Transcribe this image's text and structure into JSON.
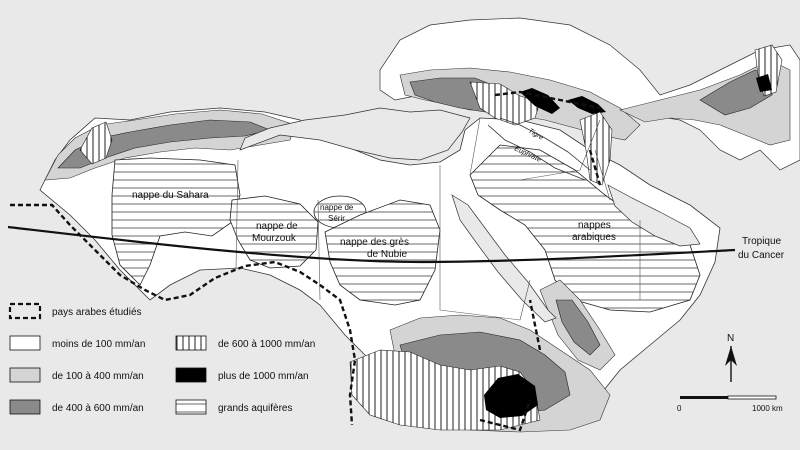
{
  "map": {
    "aquifers": [
      {
        "id": "sahara",
        "label": "nappe du Sahara"
      },
      {
        "id": "mourzouk",
        "label1": "nappe de",
        "label2": "Mourzouk"
      },
      {
        "id": "serir",
        "label1": "nappe de",
        "label2": "Sérir"
      },
      {
        "id": "nubie",
        "label1": "nappe des grès",
        "label2": "de Nubie"
      },
      {
        "id": "arabiques",
        "label1": "nappes",
        "label2": "arabiques"
      }
    ],
    "rivers": {
      "tigre": "Tigre",
      "euphrate": "Euphrate"
    },
    "tropic": {
      "line1": "Tropique",
      "line2": "du Cancer"
    },
    "north": "N",
    "scale": {
      "start": "0",
      "end": "1000 km"
    }
  },
  "legend": {
    "items": [
      {
        "id": "etudies",
        "label": "pays arabes étudiés"
      },
      {
        "id": "p100",
        "label": "moins de 100 mm/an"
      },
      {
        "id": "p100_400",
        "label": "de 100 à 400 mm/an"
      },
      {
        "id": "p400_600",
        "label": "de 400 à 600 mm/an"
      },
      {
        "id": "p600_1000",
        "label": "de 600 à 1000 mm/an"
      },
      {
        "id": "p1000",
        "label": "plus de 1000 mm/an"
      },
      {
        "id": "aquiferes",
        "label": "grands aquifères"
      }
    ]
  },
  "colors": {
    "background": "#e9e9e9",
    "lightgray": "#d4d4d4",
    "midgray": "#8a8a8a",
    "black": "#000000"
  }
}
